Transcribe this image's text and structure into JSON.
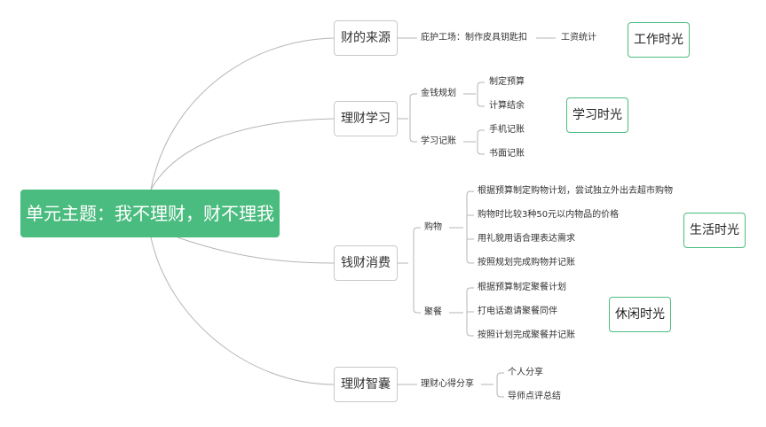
{
  "root": {
    "label": "单元主题：我不理财，财不理我"
  },
  "branches": [
    {
      "label": "财的来源",
      "sub": "庇护工场：制作皮具钥匙扣",
      "sub2": "工资统计"
    },
    {
      "label": "理财学习",
      "children": [
        {
          "label": "金钱规划",
          "items": [
            "制定预算",
            "计算结余"
          ]
        },
        {
          "label": "学习记账",
          "items": [
            "手机记账",
            "书面记账"
          ]
        }
      ]
    },
    {
      "label": "钱财消费",
      "children": [
        {
          "label": "购物",
          "items": [
            "根据预算制定购物计划，尝试独立外出去超市购物",
            "购物时比较3种50元以内物品的价格",
            "用礼貌用语合理表达需求",
            "按照规划完成购物并记账"
          ]
        },
        {
          "label": "聚餐",
          "items": [
            "根据预算制定聚餐计划",
            "打电话邀请聚餐同伴",
            "按照计划完成聚餐并记账"
          ]
        }
      ]
    },
    {
      "label": "理财智囊",
      "children": [
        {
          "label": "理财心得分享",
          "items": [
            "个人分享",
            "导师点评总结"
          ]
        }
      ]
    }
  ],
  "tags": [
    "工作时光",
    "学习时光",
    "生活时光",
    "休闲时光"
  ],
  "colors": {
    "root": "#4bbc7f",
    "tag_border": "#4bbc7f",
    "line": "#b5b5b5"
  }
}
